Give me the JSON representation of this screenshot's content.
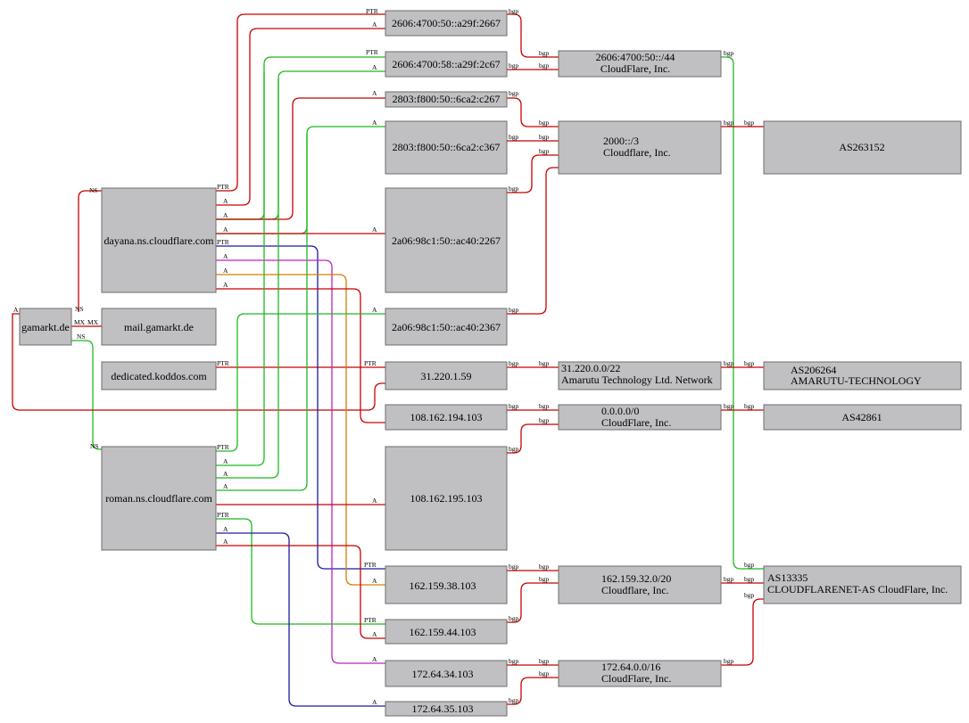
{
  "colors": {
    "red": "#c80000",
    "green": "#1fb81f",
    "blue": "#1a1aa0",
    "magenta": "#c020c0",
    "orange": "#d08000"
  },
  "nodes": {
    "gamarkt": {
      "label": "gamarkt.de"
    },
    "mail": {
      "label": "mail.gamarkt.de"
    },
    "dedicated": {
      "label": "dedicated.koddos.com"
    },
    "dayana": {
      "label": "dayana.ns.cloudflare.com"
    },
    "roman": {
      "label": "roman.ns.cloudflare.com"
    },
    "ip6_1": {
      "label": "2606:4700:50::a29f:2667"
    },
    "ip6_2": {
      "label": "2606:4700:58::a29f:2c67"
    },
    "ip6_3": {
      "label": "2803:f800:50::6ca2:c267"
    },
    "ip6_4": {
      "label": "2803:f800:50::6ca2:c367"
    },
    "ip6_5": {
      "label": "2a06:98c1:50::ac40:2267"
    },
    "ip6_6": {
      "label": "2a06:98c1:50::ac40:2367"
    },
    "ip_31": {
      "label": "31.220.1.59"
    },
    "ip_108a": {
      "label": "108.162.194.103"
    },
    "ip_108b": {
      "label": "108.162.195.103"
    },
    "ip_162a": {
      "label": "162.159.38.103"
    },
    "ip_162b": {
      "label": "162.159.44.103"
    },
    "ip_172a": {
      "label": "172.64.34.103"
    },
    "ip_172b": {
      "label": "172.64.35.103"
    },
    "pfx_2606": {
      "line1": "2606:4700:50::/44",
      "line2": "CloudFlare, Inc."
    },
    "pfx_2000": {
      "line1": "2000::/3",
      "line2": "Cloudflare, Inc."
    },
    "pfx_31": {
      "line1": "31.220.0.0/22",
      "line2": "Amarutu Technology Ltd. Network"
    },
    "pfx_0": {
      "line1": "0.0.0.0/0",
      "line2": "CloudFlare, Inc."
    },
    "pfx_162": {
      "line1": "162.159.32.0/20",
      "line2": "Cloudflare, Inc."
    },
    "pfx_172": {
      "line1": "172.64.0.0/16",
      "line2": "CloudFlare, Inc."
    },
    "as263152": {
      "label": "AS263152"
    },
    "as206264": {
      "line1": "AS206264",
      "line2": "AMARUTU-TECHNOLOGY"
    },
    "as42861": {
      "label": "AS42861"
    },
    "as13335": {
      "line1": "AS13335",
      "line2": "CLOUDFLARENET-AS CloudFlare, Inc."
    }
  },
  "edge_labels": {
    "ns": "NS",
    "mx": "MX",
    "a": "A",
    "ptr": "PTR",
    "bgp": "bgp"
  }
}
